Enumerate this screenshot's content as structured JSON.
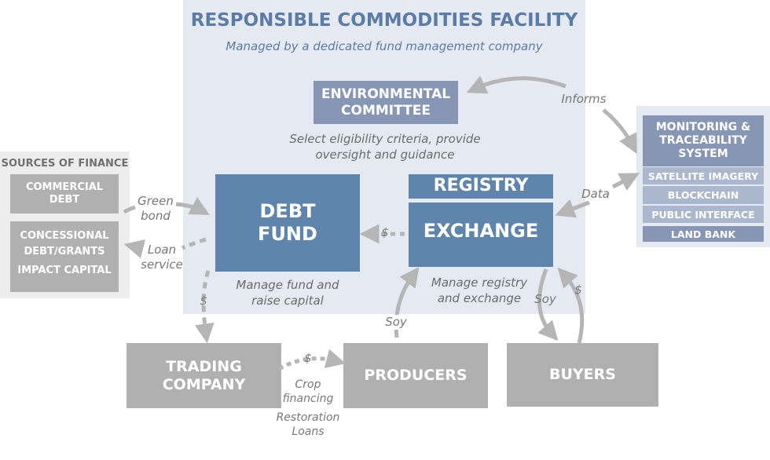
{
  "facility": {
    "title": "RESPONSIBLE COMMODITIES FACILITY",
    "subtitle": "Managed by a dedicated fund management company",
    "env_committee": "ENVIRONMENTAL COMMITTEE",
    "env_caption": "Select eligibility criteria, provide oversight and guidance",
    "debt_fund": "DEBT FUND",
    "debt_caption": "Manage fund and raise capital",
    "registry": "REGISTRY",
    "exchange": "EXCHANGE",
    "exchange_caption": "Manage registry and exchange"
  },
  "sources": {
    "title": "SOURCES OF FINANCE",
    "commercial": "COMMERCIAL DEBT",
    "concessional": "CONCESSIONAL DEBT/GRANTS",
    "impact": "IMPACT CAPITAL"
  },
  "monitoring": {
    "title": "MONITORING & TRACEABILITY SYSTEM",
    "items": [
      "SATELLITE IMAGERY",
      "BLOCKCHAIN",
      "PUBLIC INTERFACE"
    ],
    "land_bank": "LAND BANK"
  },
  "actors": {
    "trading": "TRADING COMPANY",
    "producers": "PRODUCERS",
    "buyers": "BUYERS"
  },
  "flows": {
    "green_bond": "Green bond",
    "loan_service": "Loan service",
    "informs": "Informs",
    "data": "Data",
    "dollar": "$",
    "soy": "Soy",
    "crop_financing": "Crop financing",
    "restoration_loans": "Restoration Loans"
  },
  "colors": {
    "primary": "#6085ad",
    "secondary": "#8796b4",
    "actor": "#b0b0b0",
    "panel": "#e4e9f2",
    "arrow": "#b5b5b5"
  }
}
